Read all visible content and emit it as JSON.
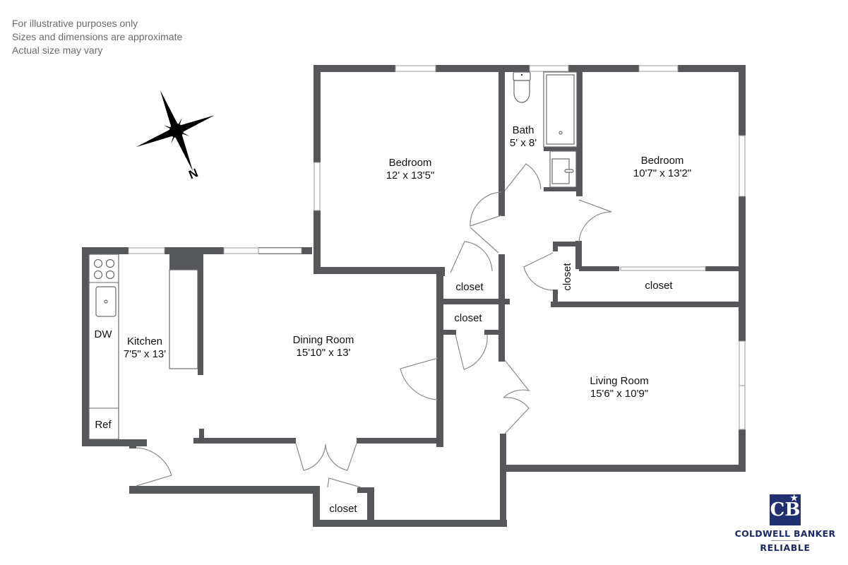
{
  "disclaimer": {
    "line1": "For illustrative purposes only",
    "line2": "Sizes and dimensions are approximate",
    "line3": "Actual size may vary"
  },
  "compass": {
    "label": "N"
  },
  "rooms": {
    "bedroom1": {
      "name": "Bedroom",
      "dims": "12' x 13'5\""
    },
    "bath": {
      "name": "Bath",
      "dims": "5' x 8'"
    },
    "bedroom2": {
      "name": "Bedroom",
      "dims": "10'7\" x 13'2\""
    },
    "kitchen": {
      "name": "Kitchen",
      "dims": "7'5\" x 13'"
    },
    "dining": {
      "name": "Dining Room",
      "dims": "15'10\" x 13'"
    },
    "living": {
      "name": "Living Room",
      "dims": "15'6\" x 10'9\""
    },
    "closet_hall_upper": {
      "name": "closet"
    },
    "closet_hall_lower": {
      "name": "closet"
    },
    "closet_vertical": {
      "name": "closet"
    },
    "closet_bedroom2": {
      "name": "closet"
    },
    "closet_entry": {
      "name": "closet"
    }
  },
  "fixtures": {
    "dishwasher": "DW",
    "refrigerator": "Ref"
  },
  "brand": {
    "monogram": "CB",
    "line1": "COLDWELL BANKER",
    "line2": "RELIABLE",
    "color": "#1f2f6f"
  },
  "colors": {
    "wall": "#55575b",
    "background": "#ffffff"
  }
}
